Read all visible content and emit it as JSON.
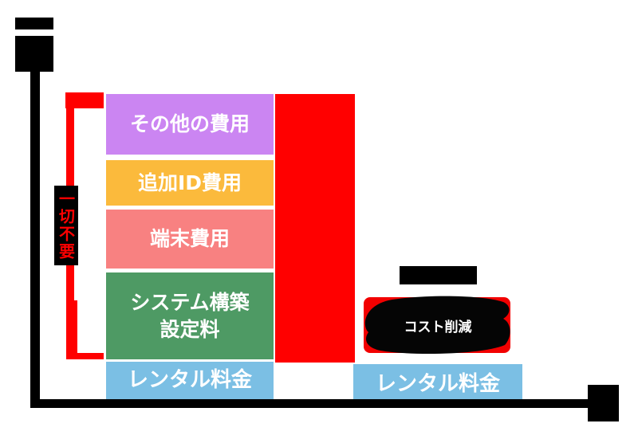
{
  "colors": {
    "purple": "#cb85f2",
    "orange": "#fbba3c",
    "pink": "#f88181",
    "green": "#4e9a64",
    "light_blue": "#7bbfe4",
    "red": "#ff0000",
    "black": "#000000",
    "white_text": "#ffffff"
  },
  "axes": {
    "color": "#000000",
    "style": "L-shaped axis with blocky arrow ends, no tick labels"
  },
  "left_stack": {
    "segments": [
      {
        "label": "その他の費用",
        "color": "#cb85f2"
      },
      {
        "label": "追加ID費用",
        "color": "#fbba3c"
      },
      {
        "label": "端末費用",
        "color": "#f88181"
      },
      {
        "label": "システム構築\n設定料",
        "color": "#4e9a64"
      },
      {
        "label": "レンタル料金",
        "color": "#7bbfe4"
      }
    ]
  },
  "right_stack": {
    "segments": [
      {
        "label": "レンタル料金",
        "color": "#7bbfe4"
      }
    ]
  },
  "bracket_annotation": {
    "text": "一切不要",
    "text_color": "#ff0000",
    "bg_color": "#000000",
    "bracket_color": "#ff0000"
  },
  "highlight_block": {
    "color": "#ff0000"
  },
  "callout": {
    "label": "コスト削減",
    "text_color": "#ffffff",
    "bg_color": "#000000",
    "accent_color": "#ff0000"
  },
  "black_banner": {
    "color": "#000000"
  }
}
